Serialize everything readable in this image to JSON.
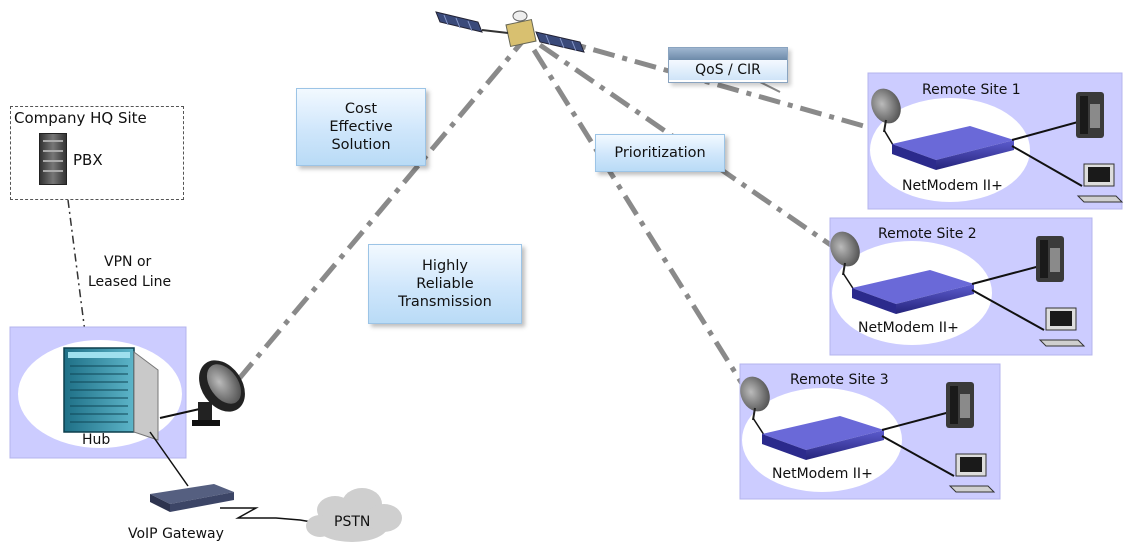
{
  "hq": {
    "title": "Company HQ Site",
    "pbx_label": "PBX"
  },
  "link_label": {
    "line1": "VPN or",
    "line2": "Leased Line"
  },
  "hub": {
    "label": "Hub"
  },
  "voip": {
    "label": "VoIP Gateway"
  },
  "pstn": {
    "label": "PSTN"
  },
  "callouts": {
    "cost": [
      "Cost",
      "Effective",
      "Solution"
    ],
    "reliable": [
      "Highly",
      "Reliable",
      "Transmission"
    ],
    "prioritization": "Prioritization",
    "qos": "QoS / CIR"
  },
  "remote_sites": [
    {
      "title": "Remote Site 1",
      "modem": "NetModem II+"
    },
    {
      "title": "Remote Site 2",
      "modem": "NetModem II+"
    },
    {
      "title": "Remote Site 3",
      "modem": "NetModem II+"
    }
  ],
  "colors": {
    "site_bg": "#ccccff",
    "callout_bg": "#cfe6fb",
    "link_dash": "#8a8a8a",
    "modem": "#3b3aa8"
  }
}
